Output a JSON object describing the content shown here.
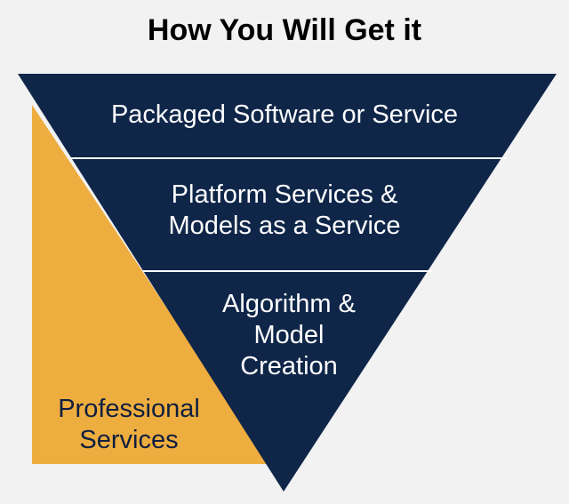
{
  "title": "How You Will Get it",
  "tiers": [
    {
      "lines": [
        "Packaged Software or Service"
      ]
    },
    {
      "lines": [
        "Platform Services &",
        "Models as a Service"
      ]
    },
    {
      "lines": [
        "Algorithm &",
        "Model",
        "Creation"
      ]
    }
  ],
  "side_block": {
    "lines": [
      "Professional",
      "Services"
    ]
  },
  "colors": {
    "background": "#f2f2f2",
    "triangle": "#0f2649",
    "side_block": "#eead3f",
    "divider": "#ffffff",
    "title": "#000000"
  }
}
